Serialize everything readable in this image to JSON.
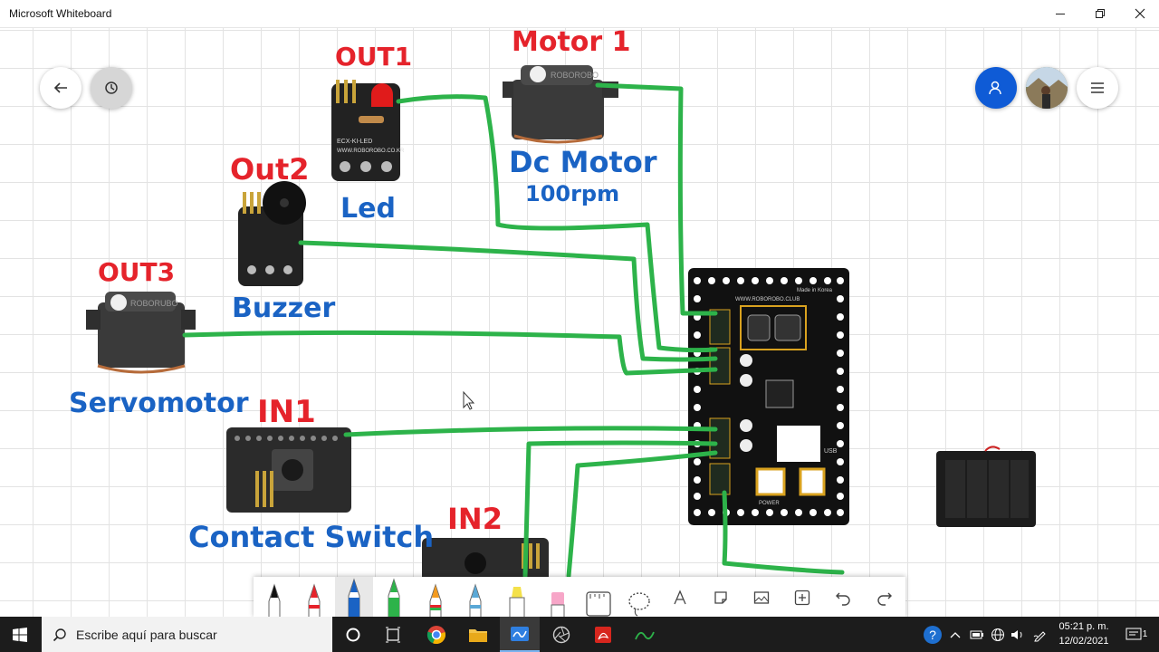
{
  "window": {
    "title": "Microsoft Whiteboard",
    "minimize_icon": "minimize-icon",
    "restore_icon": "restore-icon",
    "close_icon": "close-icon"
  },
  "canvas_labels": {
    "out1": "OUT1",
    "motor1": "Motor 1",
    "out2": "Out2",
    "led": "Led",
    "dc_motor_line1": "Dc Motor",
    "dc_motor_line2": "100rpm",
    "out3": "OUT3",
    "buzzer": "Buzzer",
    "servomotor": "Servomotor",
    "in1": "IN1",
    "contact_switch": "Contact Switch",
    "in2": "IN2"
  },
  "board_texts": {
    "led_module": "WWW.ROBOROBO.CO.KR",
    "servo_brand": "ROBOROBO",
    "controller_made": "Made in Korea",
    "controller_site": "WWW.ROBOROBO.CLUB",
    "usb": "USB",
    "power": "POWER"
  },
  "colors": {
    "red_ink": "#e5232b",
    "blue_ink": "#1a63c4",
    "green_wire": "#2db34a",
    "accent_blue": "#0f5bd6",
    "taskbar": "#1c1c1c"
  },
  "top_left": {
    "back_icon": "back-arrow-icon",
    "undo_history_icon": "replay-icon"
  },
  "top_right": {
    "invite_icon": "add-person-icon",
    "avatar": "profile-photo",
    "menu_icon": "hamburger-menu-icon"
  },
  "pen_tray": [
    "black-pen",
    "red-pen",
    "blue-pen",
    "green-pen",
    "rainbow-pen",
    "galaxy-pen",
    "highlighter",
    "eraser",
    "ruler",
    "lasso",
    "text",
    "note",
    "image",
    "add",
    "undo",
    "redo"
  ],
  "taskbar": {
    "search_placeholder": "Escribe aquí para buscar",
    "clock_time": "05:21 p. m.",
    "clock_date": "12/02/2021",
    "notification_count": "1"
  }
}
